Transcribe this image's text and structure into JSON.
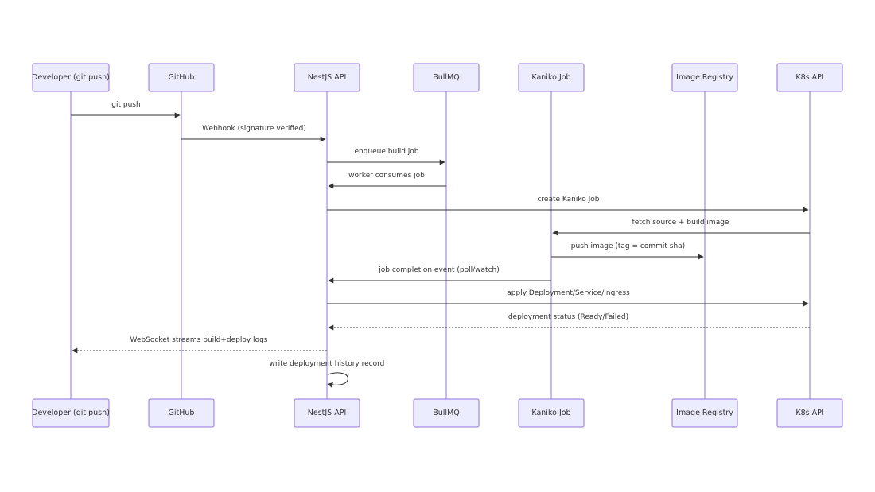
{
  "participants": [
    {
      "id": "dev",
      "label": "Developer (git push)"
    },
    {
      "id": "gh",
      "label": "GitHub"
    },
    {
      "id": "api",
      "label": "NestJS API"
    },
    {
      "id": "mq",
      "label": "BullMQ"
    },
    {
      "id": "kaniko",
      "label": "Kaniko Job"
    },
    {
      "id": "reg",
      "label": "Image Registry"
    },
    {
      "id": "k8s",
      "label": "K8s API"
    }
  ],
  "messages": [
    {
      "from": "dev",
      "to": "gh",
      "label": "git push",
      "style": "solid"
    },
    {
      "from": "gh",
      "to": "api",
      "label": "Webhook (signature verified)",
      "style": "solid"
    },
    {
      "from": "api",
      "to": "mq",
      "label": "enqueue build job",
      "style": "solid"
    },
    {
      "from": "mq",
      "to": "api",
      "label": "worker consumes job",
      "style": "solid"
    },
    {
      "from": "api",
      "to": "k8s",
      "label": "create Kaniko Job",
      "style": "solid"
    },
    {
      "from": "k8s",
      "to": "kaniko",
      "label": "fetch source + build image",
      "style": "solid"
    },
    {
      "from": "kaniko",
      "to": "reg",
      "label": "push image (tag = commit sha)",
      "style": "solid"
    },
    {
      "from": "kaniko",
      "to": "api",
      "label": "job completion event (poll/watch)",
      "style": "solid"
    },
    {
      "from": "api",
      "to": "k8s",
      "label": "apply Deployment/Service/Ingress",
      "style": "solid"
    },
    {
      "from": "k8s",
      "to": "api",
      "label": "deployment status (Ready/Failed)",
      "style": "dotted"
    },
    {
      "from": "api",
      "to": "dev",
      "label": "WebSocket streams build+deploy logs",
      "style": "dotted"
    },
    {
      "from": "api",
      "to": "api",
      "label": "write deployment history record",
      "style": "solid"
    }
  ]
}
